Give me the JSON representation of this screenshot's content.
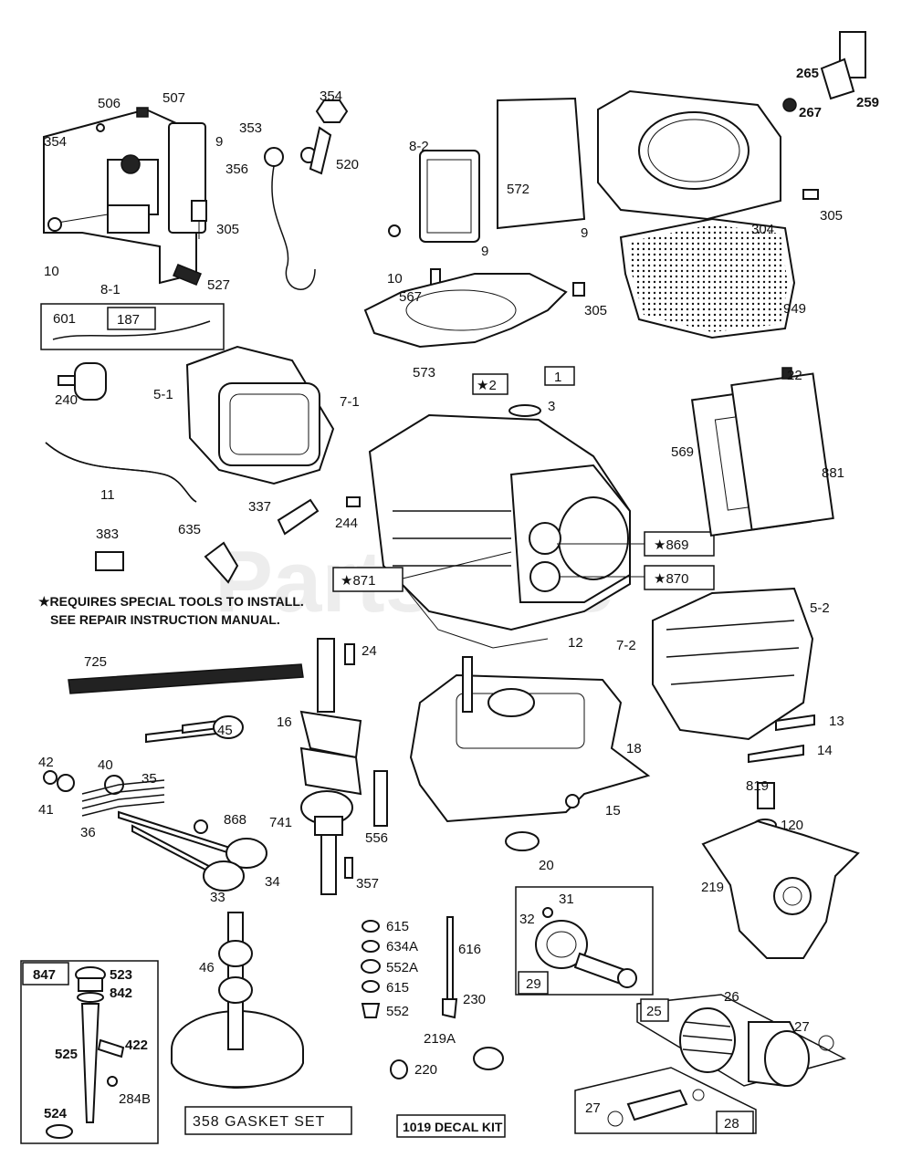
{
  "watermark": "PartsTree",
  "notice": {
    "line1": "★REQUIRES SPECIAL TOOLS TO INSTALL.",
    "line2": "SEE REPAIR INSTRUCTION MANUAL."
  },
  "kits": {
    "gasket_set": "358  GASKET SET",
    "decal_kit": "1019 DECAL KIT"
  },
  "callouts": {
    "p506": "506",
    "p507": "507",
    "p354a": "354",
    "p9a": "9",
    "p10a": "10",
    "p81": "8-1",
    "p353": "353",
    "p354b": "354",
    "p356": "356",
    "p520": "520",
    "p305a": "305",
    "p527": "527",
    "p601": "601",
    "p187": "187",
    "p82": "8-2",
    "p572": "572",
    "p9b": "9",
    "p9c": "9",
    "p10b": "10",
    "p567": "567",
    "p305b": "305",
    "p573": "573",
    "p265": "265",
    "p259": "259",
    "p267": "267",
    "p304": "304",
    "p305c": "305",
    "p949": "949",
    "p51": "5-1",
    "p71": "7-1",
    "p240": "240",
    "p11": "11",
    "p337": "337",
    "p244": "244",
    "p635": "635",
    "p383": "383",
    "p1": "1",
    "p2": "★2",
    "p3": "3",
    "p22": "22",
    "p569": "569",
    "p881": "881",
    "p869": "★869",
    "p870": "★870",
    "p871": "★871",
    "p12": "12",
    "p52": "5-2",
    "p72": "7-2",
    "p13": "13",
    "p14": "14",
    "p725": "725",
    "p24": "24",
    "p45": "45",
    "p16": "16",
    "p42": "42",
    "p40": "40",
    "p35": "35",
    "p41": "41",
    "p36": "36",
    "p868": "868",
    "p33": "33",
    "p34": "34",
    "p741": "741",
    "p357": "357",
    "p18": "18",
    "p556": "556",
    "p15": "15",
    "p20": "20",
    "p819": "819",
    "p120": "120",
    "p219": "219",
    "p31": "31",
    "p32": "32",
    "p29": "29",
    "p615a": "615",
    "p634a": "634A",
    "p552a": "552A",
    "p615b": "615",
    "p552": "552",
    "p616": "616",
    "p230": "230",
    "p219a": "219A",
    "p220": "220",
    "p25": "25",
    "p26": "26",
    "p27a": "27",
    "p27b": "27",
    "p28": "28",
    "p847": "847",
    "p523": "523",
    "p842": "842",
    "p525": "525",
    "p422": "422",
    "p284b": "284B",
    "p524": "524",
    "p46": "46"
  }
}
